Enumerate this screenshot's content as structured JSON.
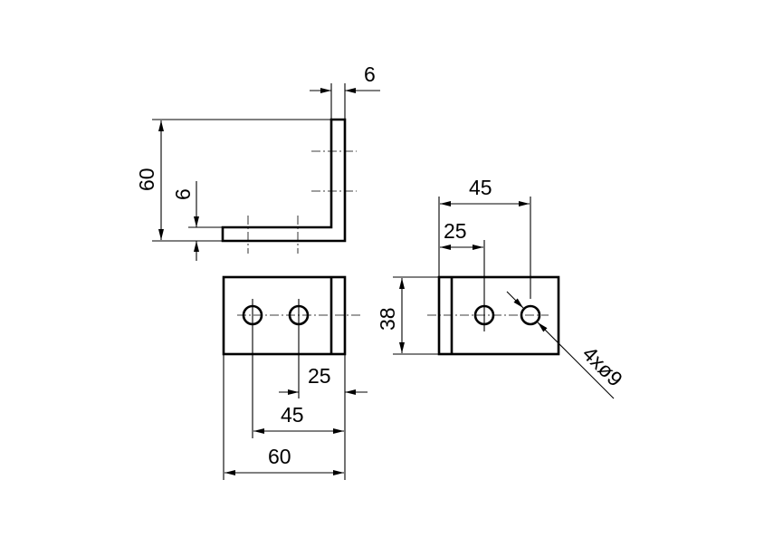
{
  "dimensions": {
    "side_thickness": "6",
    "side_height": "60",
    "side_base_thickness": "6",
    "end_width_45": "45",
    "end_width_25": "25",
    "end_height": "38",
    "end_holes": "4xø9",
    "bottom_25": "25",
    "bottom_45": "45",
    "bottom_60": "60"
  }
}
